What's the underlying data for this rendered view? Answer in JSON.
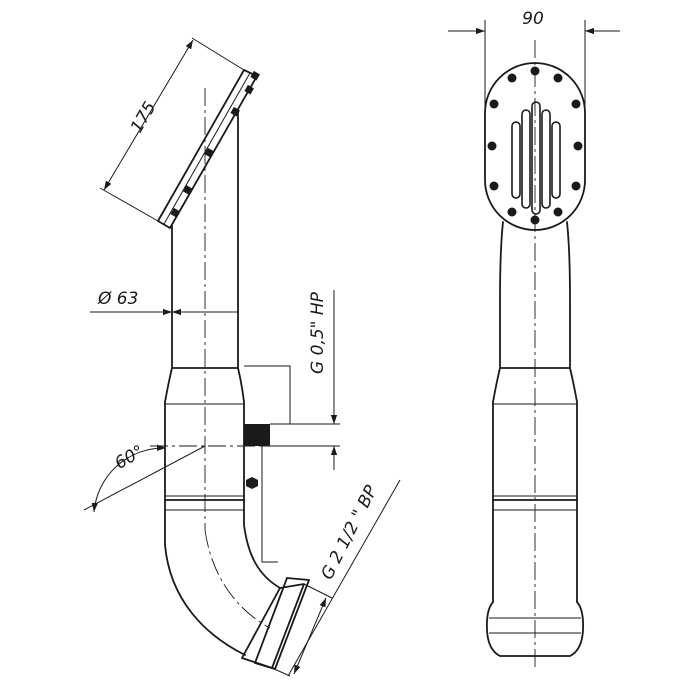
{
  "dimensions": {
    "length_175": "175",
    "diameter_63": "Ø 63",
    "angle_60": "60°",
    "thread_half_inch": "G 0,5\" НР",
    "thread_two_half_inch": "G 2 1/2 \" ВР",
    "width_90": "90"
  },
  "colors": {
    "line": "#1a1a1a",
    "background": "#ffffff"
  }
}
